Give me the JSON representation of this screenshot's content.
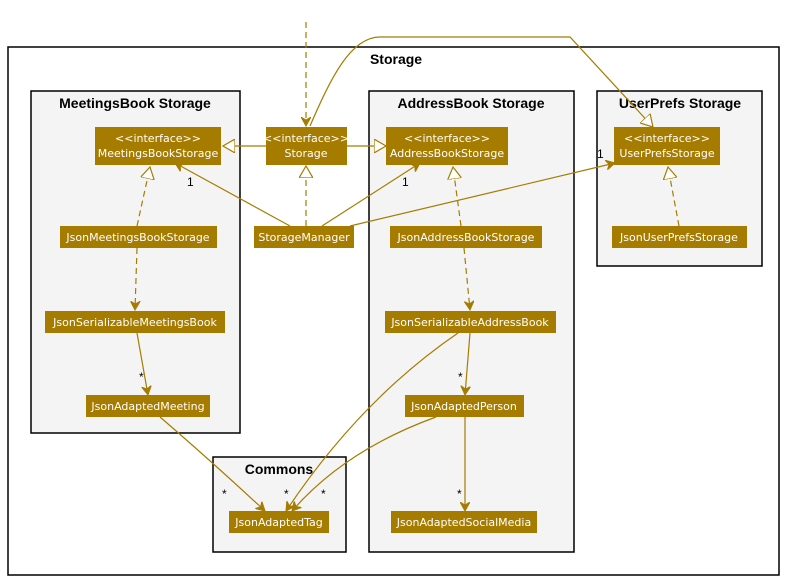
{
  "packages": {
    "storage": "Storage",
    "meetings": "MeetingsBook Storage",
    "address": "AddressBook Storage",
    "userprefs": "UserPrefs Storage",
    "commons": "Commons"
  },
  "classes": {
    "meetings_book_storage": {
      "stereotype": "<<interface>>",
      "name": "MeetingsBookStorage"
    },
    "storage": {
      "stereotype": "<<interface>>",
      "name": "Storage"
    },
    "address_book_storage": {
      "stereotype": "<<interface>>",
      "name": "AddressBookStorage"
    },
    "user_prefs_storage": {
      "stereotype": "<<interface>>",
      "name": "UserPrefsStorage"
    },
    "json_meetings_book_storage": {
      "name": "JsonMeetingsBookStorage"
    },
    "storage_manager": {
      "name": "StorageManager"
    },
    "json_address_book_storage": {
      "name": "JsonAddressBookStorage"
    },
    "json_user_prefs_storage": {
      "name": "JsonUserPrefsStorage"
    },
    "json_serializable_meetings_book": {
      "name": "JsonSerializableMeetingsBook"
    },
    "json_serializable_address_book": {
      "name": "JsonSerializableAddressBook"
    },
    "json_adapted_meeting": {
      "name": "JsonAdaptedMeeting"
    },
    "json_adapted_person": {
      "name": "JsonAdaptedPerson"
    },
    "json_adapted_tag": {
      "name": "JsonAdaptedTag"
    },
    "json_adapted_social_media": {
      "name": "JsonAdaptedSocialMedia"
    }
  },
  "multiplicities": {
    "manager_to_meetings": "1",
    "manager_to_address": "1",
    "manager_to_userprefs": "1",
    "meetingsbook_to_meeting": "*",
    "addressbook_to_person": "*",
    "person_to_socialmedia": "*",
    "meeting_to_tag": "*",
    "addressbook_to_tag": "*",
    "person_to_tag": "*"
  },
  "colors": {
    "class_fill": "#a67c00",
    "edge": "#a67c00",
    "package_fill": "#f4f4f4"
  }
}
